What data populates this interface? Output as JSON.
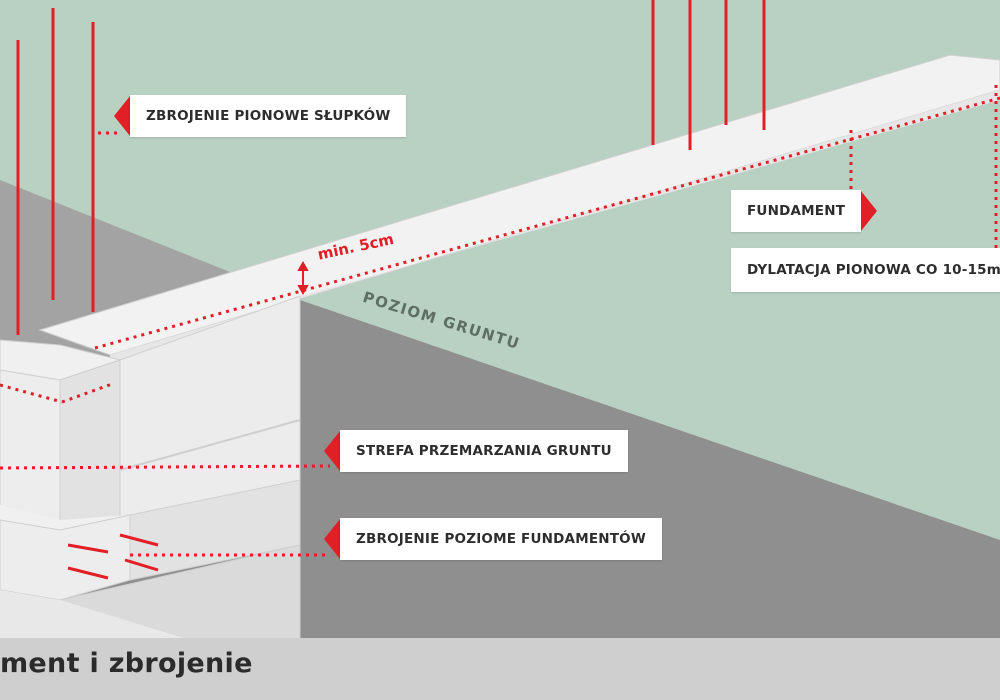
{
  "footer": {
    "title": "ment i zbrojenie"
  },
  "labels": {
    "vertical_rebar": "ZBROJENIE PIONOWE SŁUPKÓW",
    "foundation": "FUNDAMENT",
    "expansion_joint": "DYLATACJA PIONOWA CO 10-15m",
    "frost_zone": "STREFA PRZEMARZANIA GRUNTU",
    "horizontal_rebar": "ZBROJENIE POZIOME FUNDAMENTÓW",
    "min_distance": "min. 5cm",
    "ground_level": "POZIOM GRUNTU"
  },
  "colors": {
    "accent_red": "#e11f26",
    "ground_green": "#b9d1c3",
    "concrete": "#ececec",
    "pit_gray": "#8f8f8f",
    "footer_gray": "#cfcfcf"
  }
}
